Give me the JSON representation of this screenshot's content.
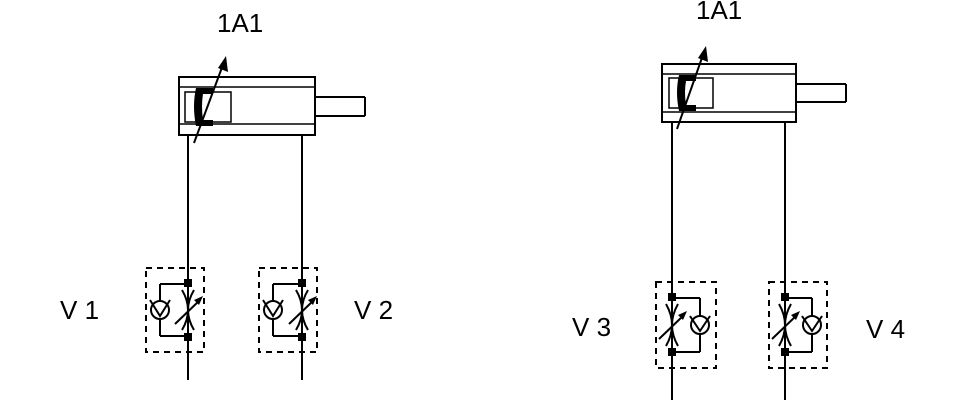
{
  "diagram": {
    "left_cylinder_label": "1A1",
    "right_cylinder_label": "1A1",
    "valves": [
      {
        "label": "V 1"
      },
      {
        "label": "V 2"
      },
      {
        "label": "V 3"
      },
      {
        "label": "V 4"
      }
    ]
  }
}
